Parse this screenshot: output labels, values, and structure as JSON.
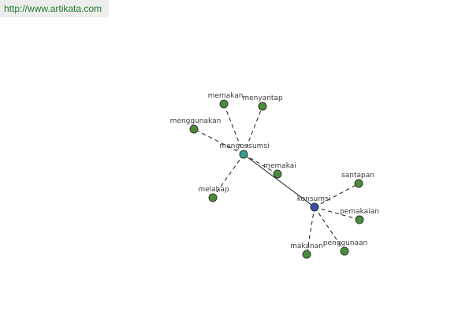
{
  "banner": {
    "url_text": "http://www.artikata.com"
  },
  "colors": {
    "primary_node": "#3b4fa8",
    "secondary_node": "#3a9a8e",
    "leaf_node": "#4e8a3e",
    "node_outline": "#2c3a2c",
    "edge": "#1a1a1a",
    "banner_bg": "#ededed",
    "banner_text": "#1f7a2e"
  },
  "diagram": {
    "nodes": [
      {
        "id": "konsumsi",
        "label": "konsumsi",
        "kind": "primary"
      },
      {
        "id": "mengonsumsi",
        "label": "mengonsumsi",
        "kind": "secondary"
      },
      {
        "id": "memakan",
        "label": "memakan",
        "kind": "leaf"
      },
      {
        "id": "menyantap",
        "label": "menyantap",
        "kind": "leaf"
      },
      {
        "id": "menggunakan",
        "label": "menggunakan",
        "kind": "leaf"
      },
      {
        "id": "memakai",
        "label": "memakai",
        "kind": "leaf"
      },
      {
        "id": "melahap",
        "label": "melahap",
        "kind": "leaf"
      },
      {
        "id": "santapan",
        "label": "santapan",
        "kind": "leaf"
      },
      {
        "id": "pemakaian",
        "label": "pemakaian",
        "kind": "leaf"
      },
      {
        "id": "penggunaan",
        "label": "penggunaan",
        "kind": "leaf"
      },
      {
        "id": "makanan",
        "label": "makanan",
        "kind": "leaf"
      }
    ],
    "edges": [
      {
        "from": "konsumsi",
        "to": "mengonsumsi",
        "style": "solid"
      },
      {
        "from": "mengonsumsi",
        "to": "memakan",
        "style": "dashed"
      },
      {
        "from": "mengonsumsi",
        "to": "menyantap",
        "style": "dashed"
      },
      {
        "from": "mengonsumsi",
        "to": "menggunakan",
        "style": "dashed"
      },
      {
        "from": "mengonsumsi",
        "to": "memakai",
        "style": "dashed"
      },
      {
        "from": "mengonsumsi",
        "to": "melahap",
        "style": "dashed"
      },
      {
        "from": "konsumsi",
        "to": "santapan",
        "style": "dashed"
      },
      {
        "from": "konsumsi",
        "to": "pemakaian",
        "style": "dashed"
      },
      {
        "from": "konsumsi",
        "to": "penggunaan",
        "style": "dashed"
      },
      {
        "from": "konsumsi",
        "to": "makanan",
        "style": "dashed"
      }
    ]
  }
}
